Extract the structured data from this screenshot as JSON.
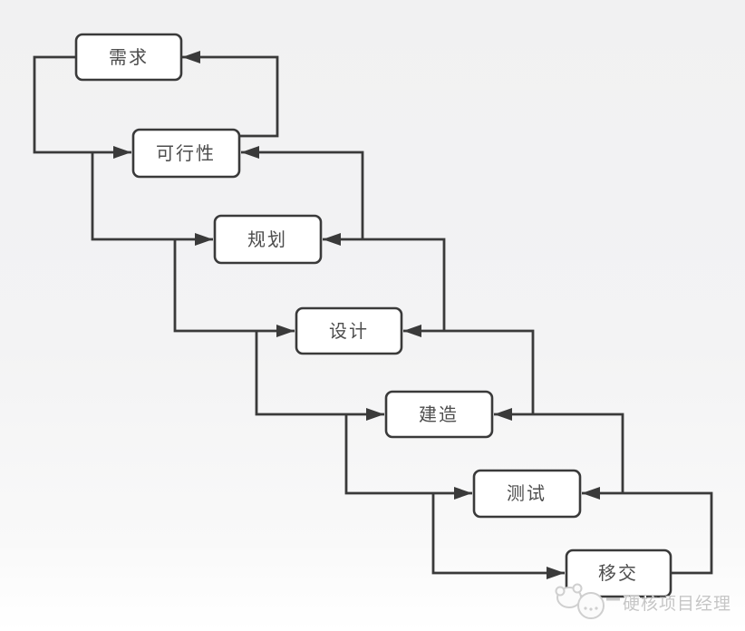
{
  "diagram": {
    "type": "waterfall-model-flowchart",
    "nodes": [
      {
        "id": "requirements",
        "label": "需求"
      },
      {
        "id": "feasibility",
        "label": "可行性"
      },
      {
        "id": "planning",
        "label": "规划"
      },
      {
        "id": "design",
        "label": "设计"
      },
      {
        "id": "construction",
        "label": "建造"
      },
      {
        "id": "testing",
        "label": "测试"
      },
      {
        "id": "handover",
        "label": "移交"
      }
    ],
    "edges": [
      {
        "from": "requirements",
        "to": "feasibility",
        "kind": "forward"
      },
      {
        "from": "feasibility",
        "to": "planning",
        "kind": "forward"
      },
      {
        "from": "planning",
        "to": "design",
        "kind": "forward"
      },
      {
        "from": "design",
        "to": "construction",
        "kind": "forward"
      },
      {
        "from": "construction",
        "to": "testing",
        "kind": "forward"
      },
      {
        "from": "testing",
        "to": "handover",
        "kind": "forward"
      },
      {
        "from": "handover",
        "to": "testing",
        "kind": "feedback"
      },
      {
        "from": "testing",
        "to": "construction",
        "kind": "feedback"
      },
      {
        "from": "construction",
        "to": "design",
        "kind": "feedback"
      },
      {
        "from": "design",
        "to": "planning",
        "kind": "feedback"
      },
      {
        "from": "planning",
        "to": "feasibility",
        "kind": "feedback"
      },
      {
        "from": "feasibility",
        "to": "requirements",
        "kind": "feedback"
      }
    ],
    "colors": {
      "line": "#3a3a3a",
      "node_fill": "#ffffff",
      "node_border": "#3a3a3a",
      "node_text": "#4d4d4d",
      "background": "#f2f2f2",
      "watermark_text": "#c6c6c6"
    }
  },
  "watermark": {
    "label": "硬核项目经理",
    "logo": "cartoon-mascot-logo"
  }
}
